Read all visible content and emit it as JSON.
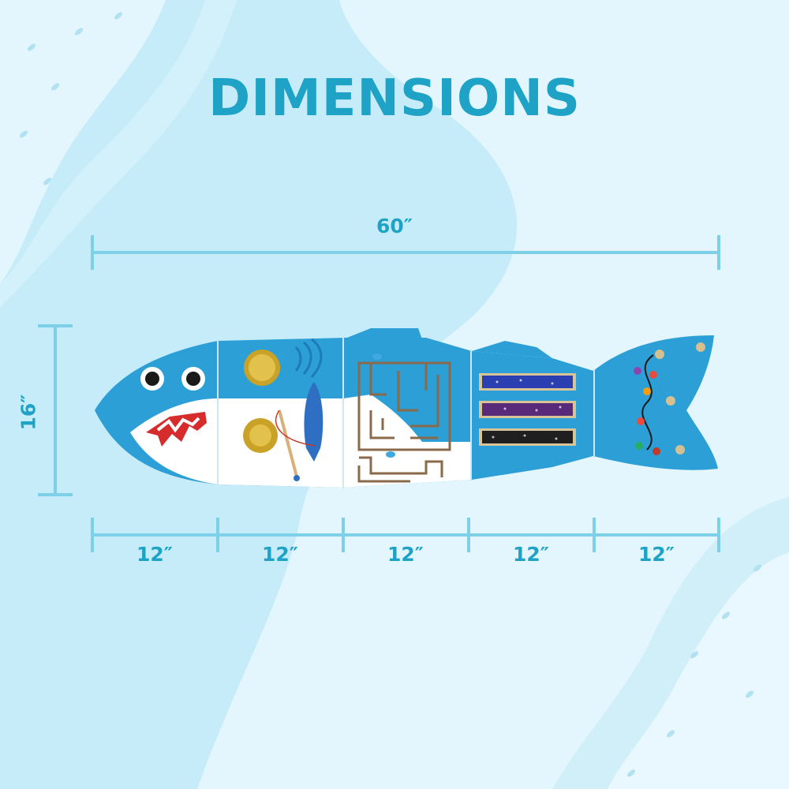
{
  "title": "DIMENSIONS",
  "dimensions": {
    "overall_width": "60″",
    "height": "16″",
    "segments": [
      "12″",
      "12″",
      "12″",
      "12″",
      "12″"
    ]
  },
  "colors": {
    "background_light": "#e6f7fd",
    "background_mid": "#bfe9f7",
    "accent": "#1ea3c6",
    "guide_line": "#7ecfe8",
    "shark_blue": "#2b9fd6",
    "shark_belly": "#ffffff"
  },
  "product": {
    "panel_count": 5,
    "panels": [
      "head-panel",
      "sound-panel",
      "maze-panel",
      "sensory-panel",
      "tail-panel"
    ]
  }
}
